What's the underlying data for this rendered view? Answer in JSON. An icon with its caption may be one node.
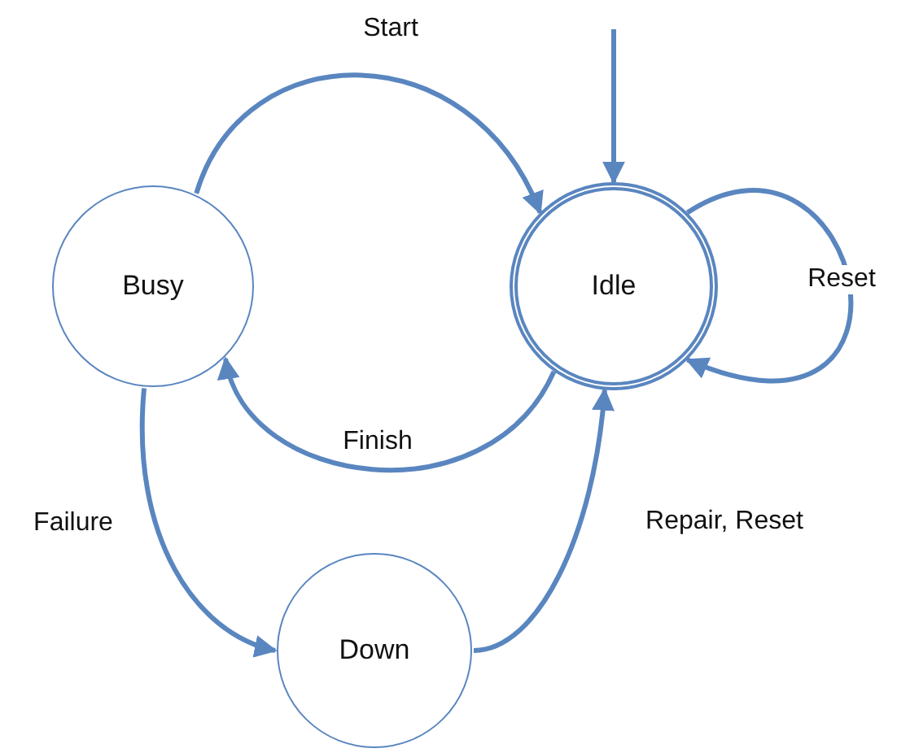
{
  "diagram": {
    "nodes": [
      {
        "text": [
          "Busy"
        ]
      },
      {
        "text": [
          "Idle"
        ]
      },
      {
        "text": [
          "Down"
        ]
      }
    ],
    "edges": [
      {
        "from": 0,
        "to": 1,
        "arrow": "to",
        "label": "Start"
      },
      {
        "from": 1,
        "to": 0,
        "arrow": "to",
        "label": "Finish"
      },
      {
        "from": 1,
        "to": 1,
        "arrow": "to",
        "label": "Reset"
      },
      {
        "from": null,
        "to": 1,
        "arrow": "to"
      },
      {
        "from": 0,
        "to": 2,
        "arrow": "to",
        "label": "Failure"
      },
      {
        "from": 2,
        "to": 1,
        "arrow": "to",
        "label": "Repair, Reset"
      }
    ]
  }
}
